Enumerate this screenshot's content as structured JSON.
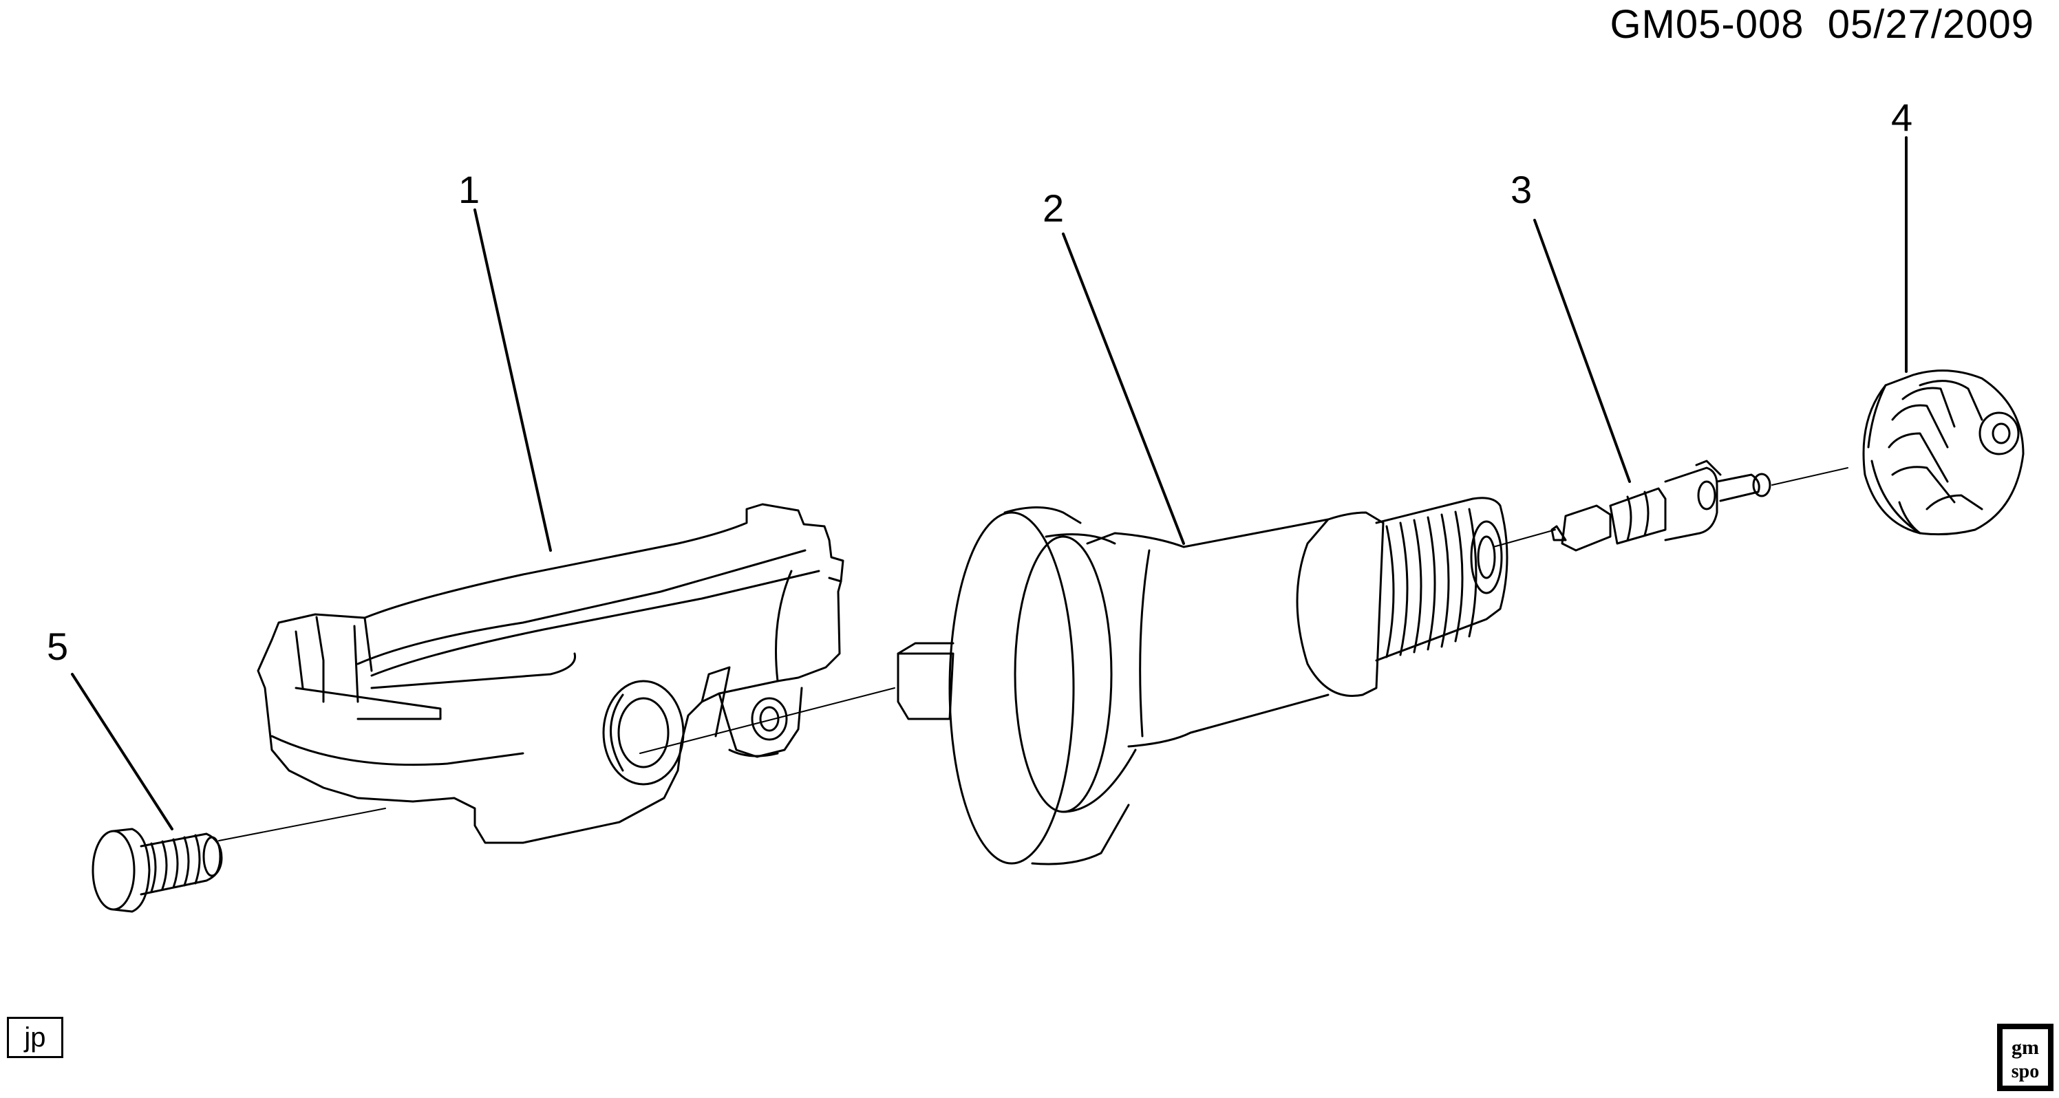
{
  "header": {
    "diagram_code": "GM05-008",
    "date": "05/27/2009"
  },
  "callouts": [
    {
      "id": "1",
      "label": "1"
    },
    {
      "id": "2",
      "label": "2"
    },
    {
      "id": "3",
      "label": "3"
    },
    {
      "id": "4",
      "label": "4"
    },
    {
      "id": "5",
      "label": "5"
    }
  ],
  "footer": {
    "author_initials": "jp",
    "logo_text_top": "gm",
    "logo_text_bottom": "spo"
  },
  "colors": {
    "line": "#000000",
    "background": "#ffffff"
  }
}
